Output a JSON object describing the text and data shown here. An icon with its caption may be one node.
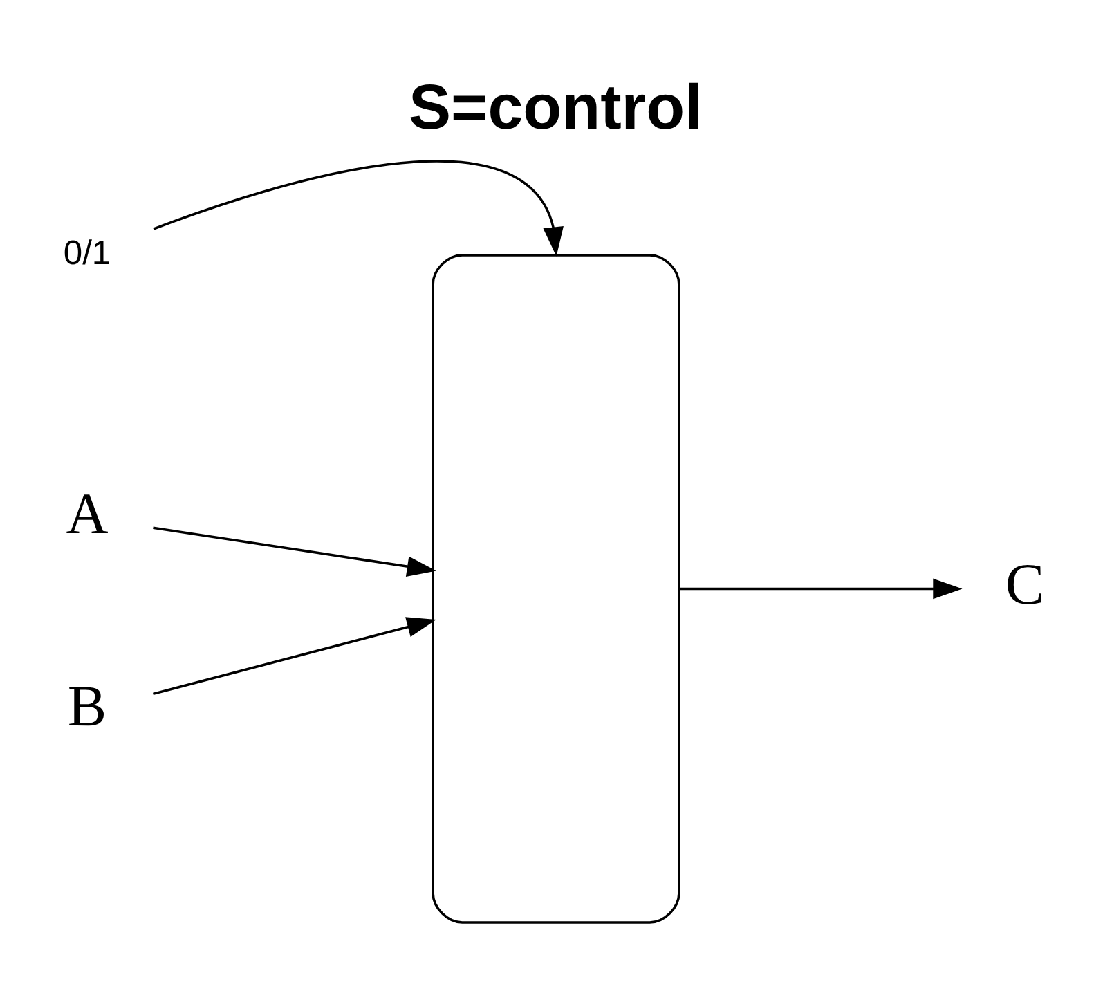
{
  "diagram": {
    "title": "S=control",
    "nodes": [
      {
        "text": [],
        "shape": "box"
      },
      {
        "text": [
          "0/1"
        ]
      },
      {
        "text": [
          "A"
        ]
      },
      {
        "text": [
          "B"
        ]
      },
      {
        "text": [
          "C"
        ]
      }
    ],
    "edges": [
      {
        "from": 1,
        "to": 0,
        "arrow": "to"
      },
      {
        "from": 2,
        "to": 0,
        "arrow": "to"
      },
      {
        "from": 3,
        "to": 0,
        "arrow": "to"
      },
      {
        "from": 0,
        "to": 4,
        "arrow": "to"
      }
    ]
  }
}
